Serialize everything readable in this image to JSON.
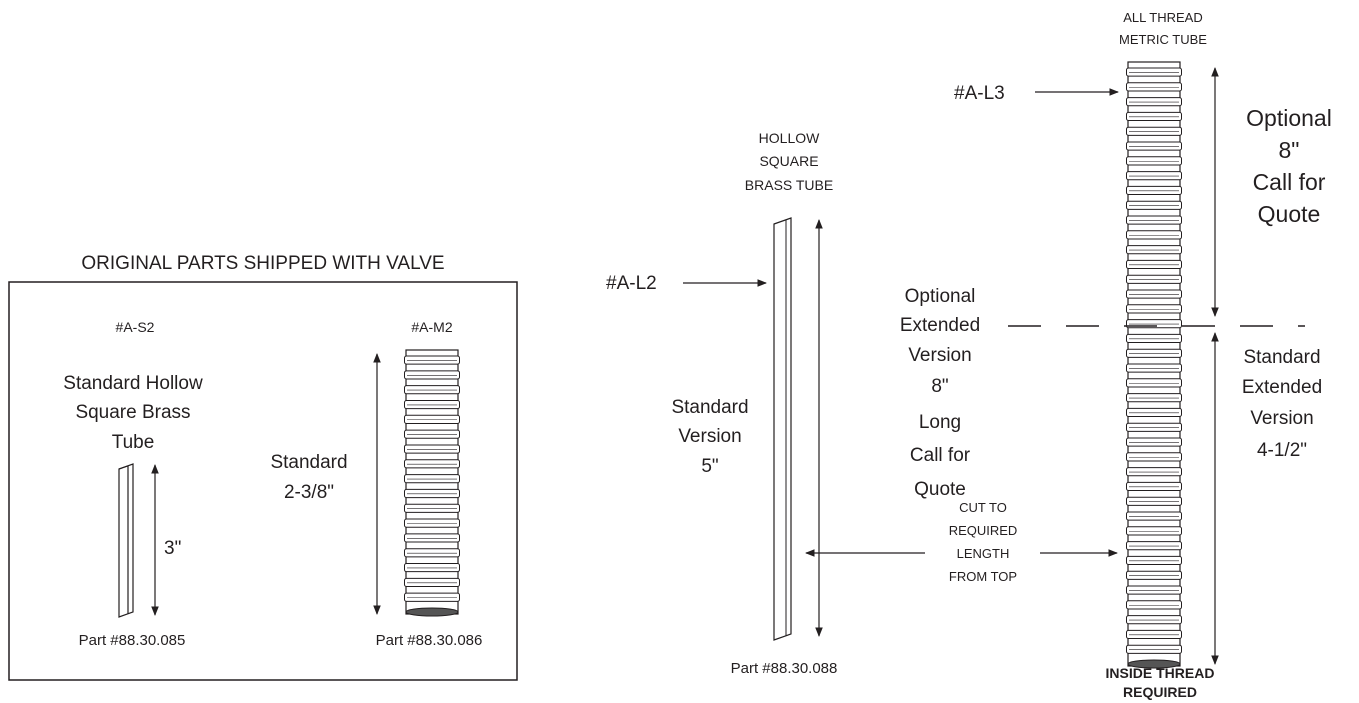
{
  "left_panel": {
    "title": "ORIGINAL PARTS SHIPPED WITH VALVE",
    "square_tube": {
      "label_id": "#A-S2",
      "description_lines": [
        "Standard Hollow",
        "Square Brass",
        "Tube"
      ],
      "length": "3\"",
      "part_number": "Part #88.30.085"
    },
    "threaded_tube": {
      "label_id": "#A-M2",
      "length_lines": [
        "Standard",
        "2-3/8\""
      ],
      "part_number": "Part #88.30.086"
    }
  },
  "long_square_tube": {
    "title_lines": [
      "HOLLOW",
      "SQUARE",
      "BRASS TUBE"
    ],
    "label_id": "#A-L2",
    "standard_lines": [
      "Standard",
      "Version",
      "5\""
    ],
    "optional_lines": [
      "Optional",
      "Extended",
      "Version",
      "8\"",
      "Long",
      "Call for",
      "Quote"
    ],
    "part_number": "Part #88.30.088"
  },
  "cut_note_lines": [
    "CUT TO",
    "REQUIRED",
    "LENGTH",
    "FROM TOP"
  ],
  "metric_tube": {
    "title_lines": [
      "ALL THREAD",
      "METRIC TUBE"
    ],
    "label_id": "#A-L3",
    "optional_lines": [
      "Optional",
      "8\"",
      "Call for",
      "Quote"
    ],
    "standard_lines": [
      "Standard",
      "Extended",
      "Version",
      "4-1/2\""
    ],
    "footer_lines": [
      "INSIDE THREAD",
      "REQUIRED"
    ]
  },
  "colors": {
    "ink": "#231f20",
    "thread_dark": "#555555"
  }
}
